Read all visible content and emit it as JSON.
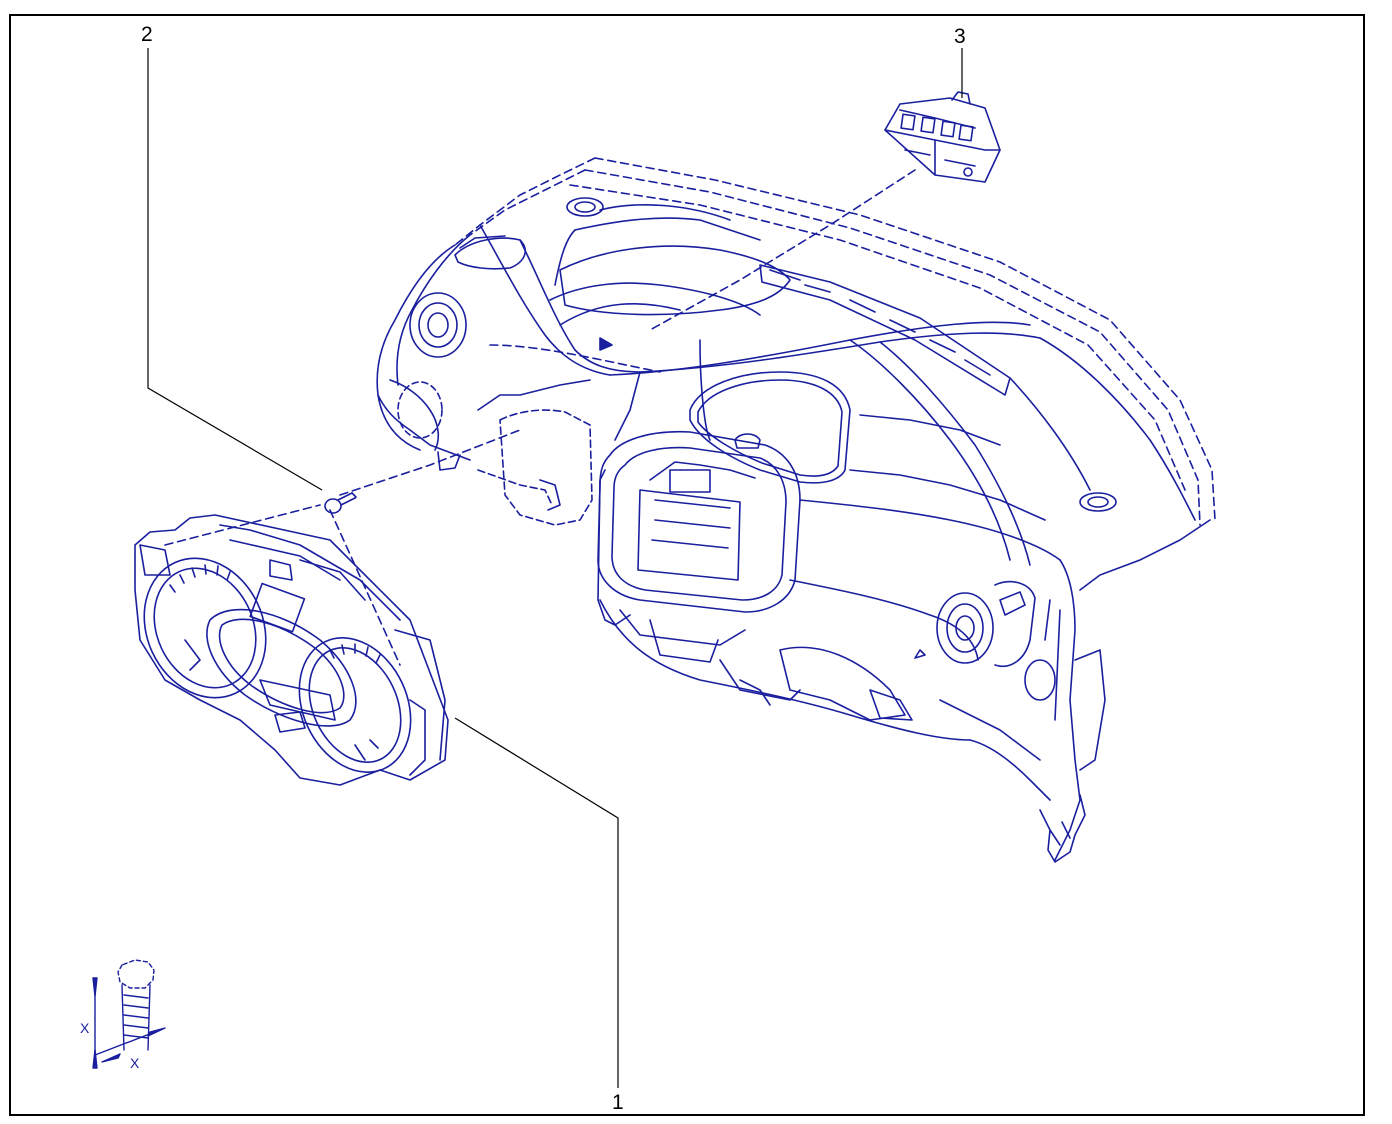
{
  "diagram": {
    "callouts": [
      {
        "id": "1",
        "label": "1"
      },
      {
        "id": "2",
        "label": "2"
      },
      {
        "id": "3",
        "label": "3"
      }
    ],
    "dimension_symbol": {
      "x_vertical": "X",
      "x_horizontal": "X"
    },
    "colors": {
      "drawing": "#1a1f9e",
      "leader": "#000000",
      "background": "#ffffff"
    }
  }
}
